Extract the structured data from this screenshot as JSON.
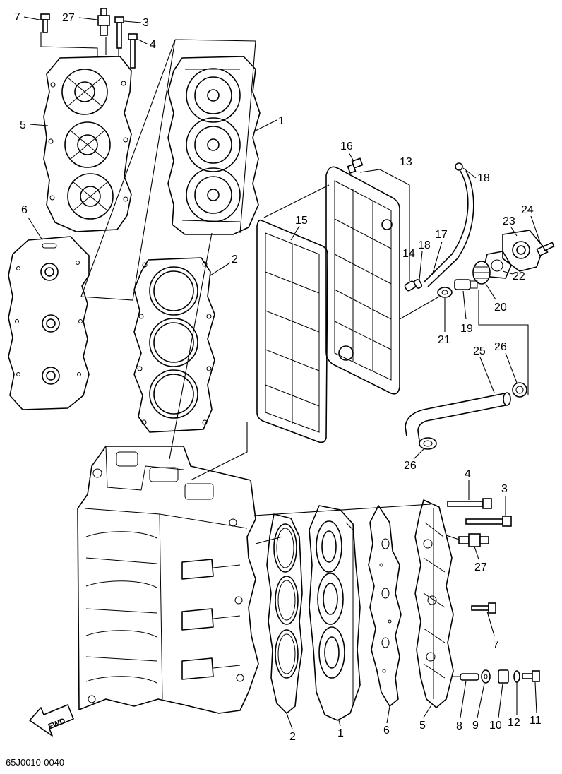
{
  "labels": {
    "l7a": "7",
    "l27a": "27",
    "l3a": "3",
    "l4a": "4",
    "l5a": "5",
    "l1a": "1",
    "l6a": "6",
    "l2a": "2",
    "l16": "16",
    "l13": "13",
    "l18a": "18",
    "l15": "15",
    "l14": "14",
    "l18b": "18",
    "l17": "17",
    "l23": "23",
    "l24": "24",
    "l22": "22",
    "l20": "20",
    "l21": "21",
    "l19": "19",
    "l25": "25",
    "l26a": "26",
    "l26b": "26",
    "l4b": "4",
    "l3b": "3",
    "l27b": "27",
    "l7b": "7",
    "l2b": "2",
    "l1b": "1",
    "l6b": "6",
    "l5b": "5",
    "l8": "8",
    "l9": "9",
    "l10": "10",
    "l12": "12",
    "l11": "11"
  },
  "fwd_label": "FWD",
  "diagram_code": "65J0010-0040"
}
